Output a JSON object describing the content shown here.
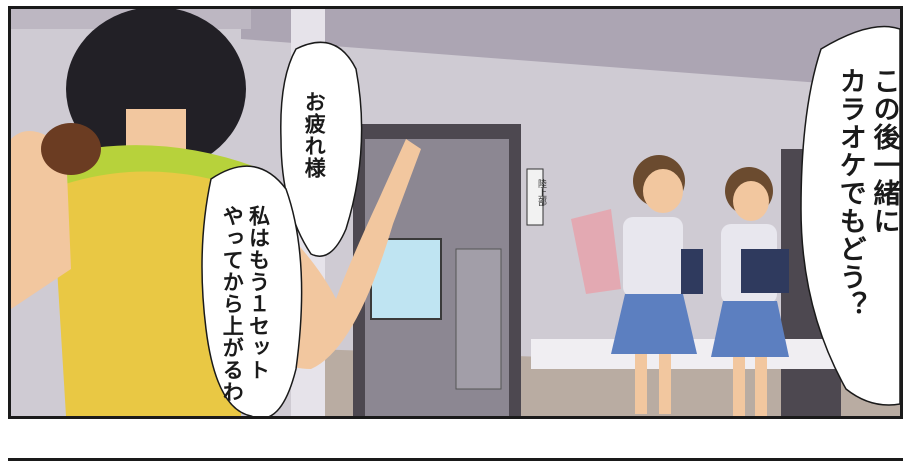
{
  "bubbles": {
    "otsukare": "お疲れ様",
    "one_more_set": [
      "私はもう１セット",
      "やってから上がるわ"
    ],
    "karaoke": [
      "この後一緒に",
      "カラオケでもどう？"
    ]
  },
  "door_sign": "陸上部",
  "colors": {
    "wall": "#cfcbd3",
    "ceiling": "#a9a2b0",
    "floor": "#9a8a7e",
    "skirt": "#5c7fc0",
    "vest": "#e9c844",
    "scarf": "#b7d23b",
    "outline": "#1a1a1a"
  }
}
